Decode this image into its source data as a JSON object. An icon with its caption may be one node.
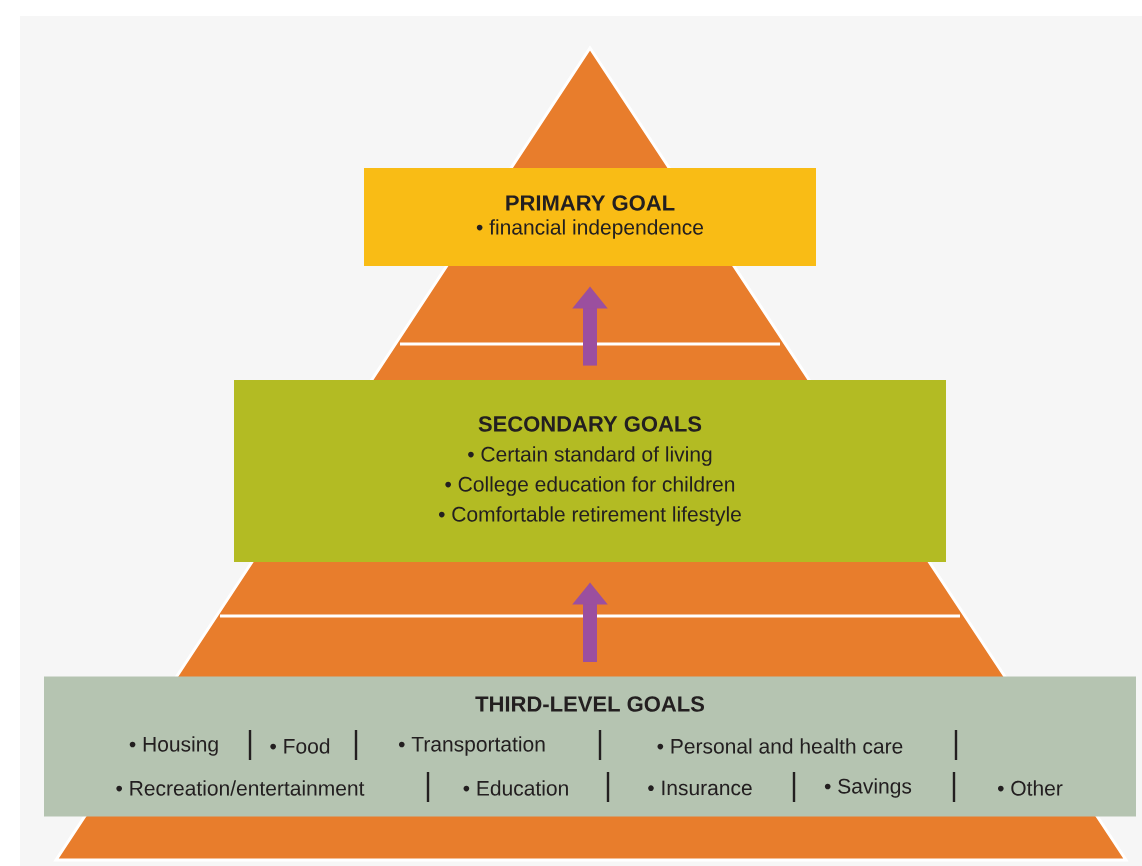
{
  "diagram": {
    "nodes": [
      {
        "text": [
          "PRIMARY GOAL",
          "• financial independence"
        ]
      },
      {
        "text": [
          "SECONDARY GOALS",
          "• Certain standard of living",
          "• College education for children",
          "• Comfortable retirement lifestyle"
        ]
      },
      {
        "text": [
          "THIRD-LEVEL GOALS",
          "• Housing",
          "• Food",
          "• Transportation",
          "• Personal and health care",
          "• Recreation/entertainment",
          "• Education",
          "• Insurance",
          "• Savings",
          "• Other"
        ]
      }
    ],
    "edges": [
      {
        "from": 1,
        "to": 0,
        "arrow": "to"
      },
      {
        "from": 2,
        "to": 1,
        "arrow": "to"
      }
    ]
  }
}
